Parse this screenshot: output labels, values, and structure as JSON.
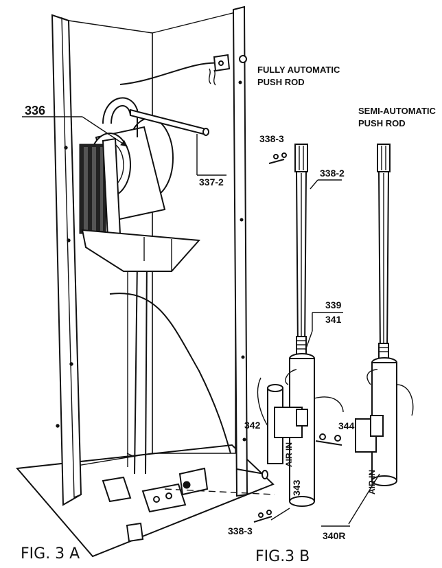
{
  "labels": {
    "fully_auto": [
      "FULLY AUTOMATIC",
      "PUSH ROD"
    ],
    "semi_auto": [
      "SEMI-AUTOMATIC",
      "PUSH ROD"
    ],
    "p336": "336",
    "p337_2": "337-2",
    "p338_3_top": "338-3",
    "p338_2": "338-2",
    "p339": "339",
    "p341": "341",
    "p342": "342",
    "p343": "343",
    "p344": "344",
    "p338_3_bottom": "338-3",
    "p340R": "340R",
    "air_in_1": "AIR IN",
    "air_in_2": "AIR IN"
  },
  "captions": {
    "fig3a": "FIG. 3 A",
    "fig3b": "FIG.3 B"
  }
}
